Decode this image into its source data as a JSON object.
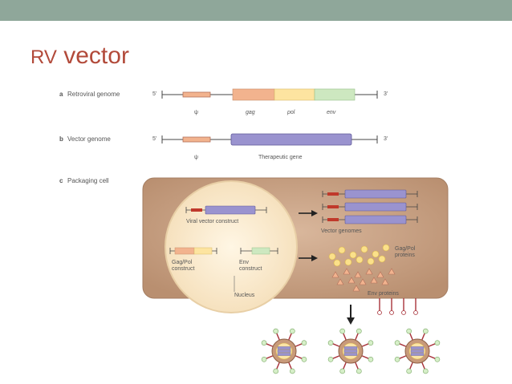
{
  "slide": {
    "title_prefix": "RV",
    "title_main": " vector"
  },
  "panel_a": {
    "letter": "a",
    "label": "Retroviral genome",
    "five_prime": "5'",
    "three_prime": "3'",
    "psi": "ψ",
    "genes": [
      "gag",
      "pol",
      "env"
    ]
  },
  "panel_b": {
    "letter": "b",
    "label": "Vector genome",
    "five_prime": "5'",
    "three_prime": "3'",
    "psi": "ψ",
    "gene": "Therapeutic gene"
  },
  "panel_c": {
    "letter": "c",
    "label": "Packaging cell",
    "viral_vector_construct": "Viral vector construct",
    "vector_genomes": "Vector genomes",
    "gagpol_construct_l1": "Gag/Pol",
    "gagpol_construct_l2": "construct",
    "env_construct_l1": "Env",
    "env_construct_l2": "construct",
    "gagpol_proteins_l1": "Gag/Pol",
    "gagpol_proteins_l2": "proteins",
    "nucleus": "Nucleus",
    "env_proteins": "Env proteins"
  },
  "colors": {
    "topbar": "#8fa79a",
    "title": "#b24a3a",
    "gag": "#f2b38e",
    "pol": "#fde4a0",
    "env": "#cde8c0",
    "therapeutic": "#9a93cf",
    "cell": "#c9a285",
    "nucleus": "#fbedd3"
  }
}
